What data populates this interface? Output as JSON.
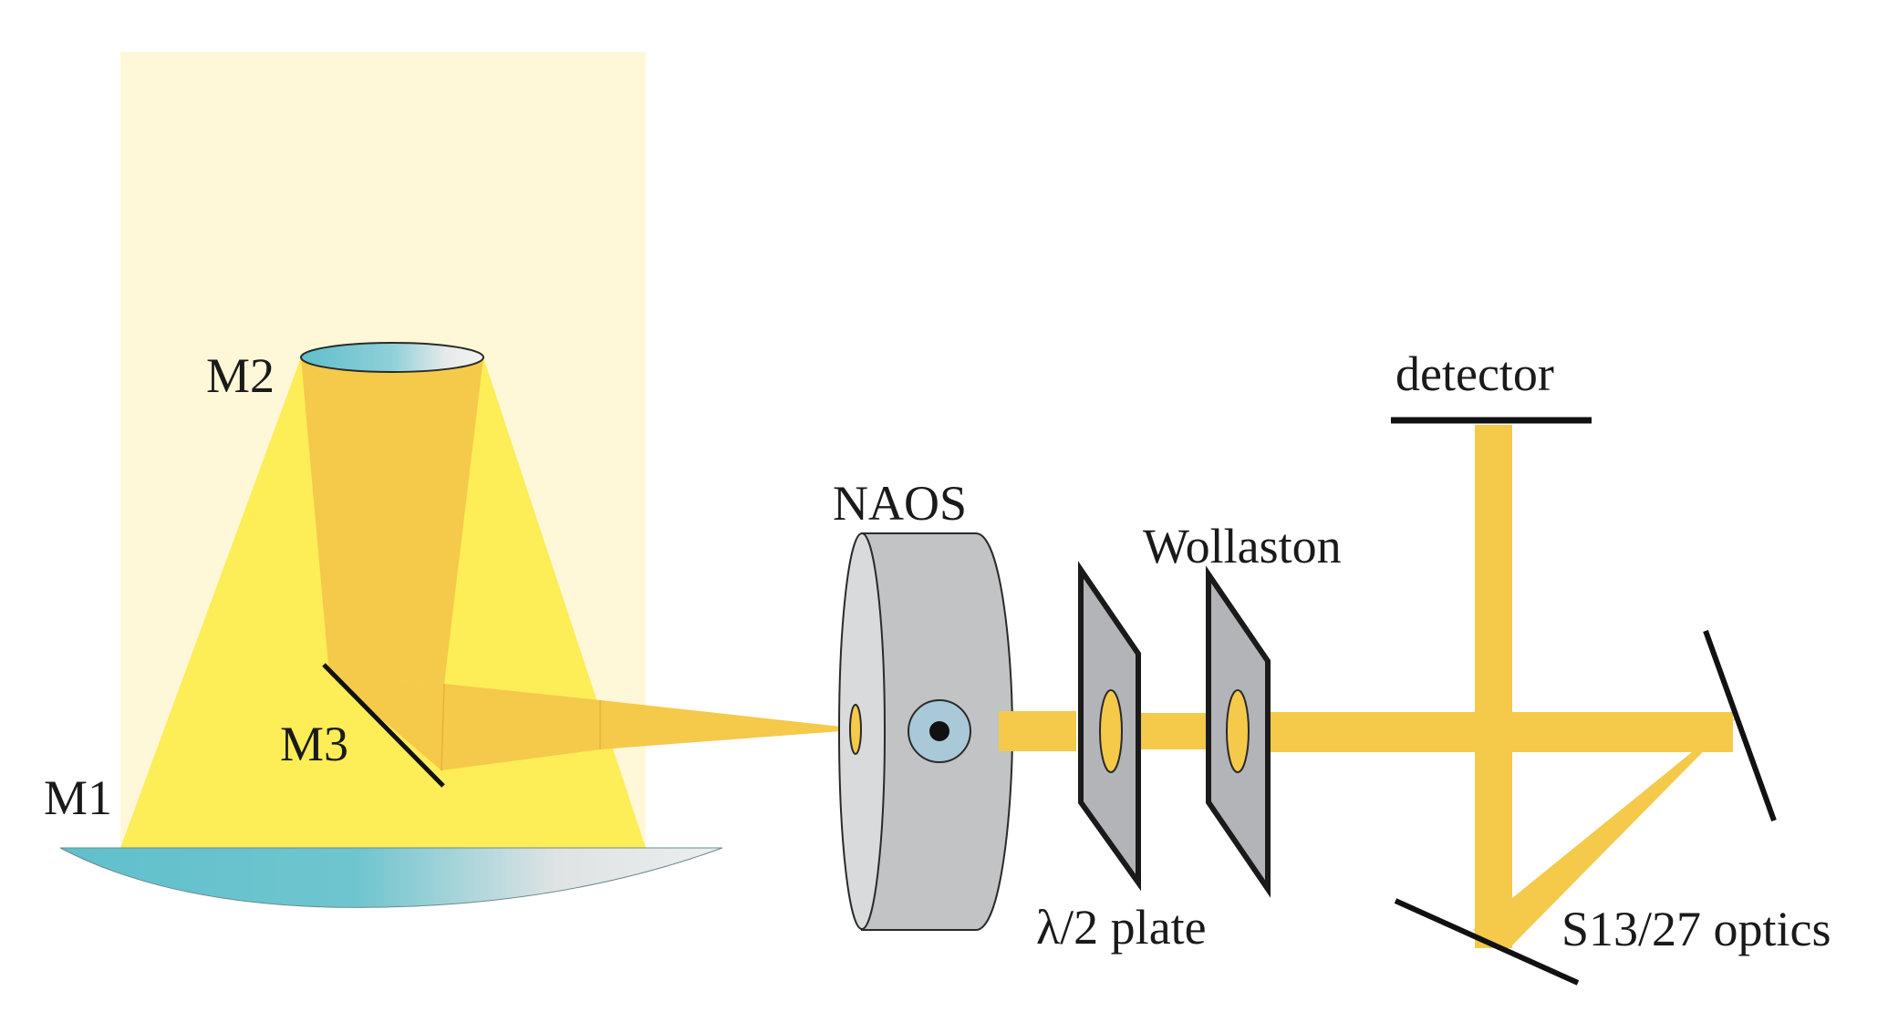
{
  "diagram": {
    "labels": {
      "m1": "M1",
      "m2": "M2",
      "m3": "M3",
      "naos": "NAOS",
      "half_wave_plate": "λ/2 plate",
      "wollaston": "Wollaston",
      "detector": "detector",
      "s13_27_optics": "S13/27 optics"
    },
    "colors": {
      "telescope_enclosure": "#fef8d8",
      "primary_light_cone": "#fded57",
      "beam": "#f5c94a",
      "mirror_cyan": "#6fc5cf",
      "mirror_white": "#e6e8e9",
      "naos_body": "#c1c3c5",
      "naos_face": "#d8dadb",
      "naos_pupil": "#a9c8d8",
      "plate_fill": "#b2b4b7",
      "outline": "#1a1a1a"
    }
  }
}
